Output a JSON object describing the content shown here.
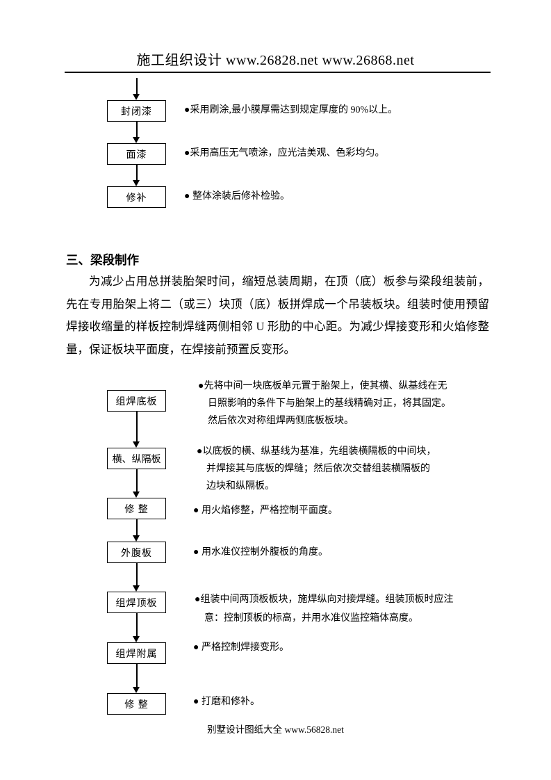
{
  "colors": {
    "ink": "#000000",
    "paper": "#ffffff"
  },
  "header": {
    "title": "施工组织设计 www.26828.net www.26868.net"
  },
  "flowchart1": {
    "steps": [
      {
        "box": "封闭漆",
        "note": "●采用刷涂,最小膜厚需达到规定厚度的 90%以上。"
      },
      {
        "box": "面漆",
        "note": "●采用高压无气喷涂，应光洁美观、色彩均匀。"
      },
      {
        "box": "修补",
        "note": "● 整体涂装后修补检验。"
      }
    ]
  },
  "section": {
    "title": "三、梁段制作",
    "paragraph": "为减少占用总拼装胎架时间，缩短总装周期，在顶（底）板参与梁段组装前，先在专用胎架上将二（或三）块顶（底）板拼焊成一个吊装板块。组装时使用预留焊接收缩量的样板控制焊缝两侧相邻 U 形肋的中心距。为减少焊接变形和火焰修整量，保证板块平面度，在焊接前预置反变形。"
  },
  "flowchart2": {
    "steps": [
      {
        "box": "组焊底板",
        "note": "●先将中间一块底板单元置于胎架上，使其横、纵基线在无\n日照影响的条件下与胎架上的基线精确对正，将其固定。\n然后依次对称组焊两侧底板板块。"
      },
      {
        "box": "横、纵隔板",
        "note": "●以底板的横、纵基线为基准，先组装横隔板的中间块，\n并焊接其与底板的焊缝；然后依次交替组装横隔板的\n边块和纵隔板。"
      },
      {
        "box": "修 整",
        "note": "● 用火焰修整，严格控制平面度。"
      },
      {
        "box": "外腹板",
        "note": "● 用水准仪控制外腹板的角度。"
      },
      {
        "box": "组焊顶板",
        "note": "●组装中间两顶板板块，施焊纵向对接焊缝。组装顶板时应注\n意：控制顶板的标高，并用水准仪监控箱体高度。"
      },
      {
        "box": "组焊附属",
        "note": "● 严格控制焊接变形。"
      },
      {
        "box": "修 整",
        "note": "● 打磨和修补。"
      }
    ]
  },
  "footer": {
    "text": "别墅设计图纸大全  www.56828.net"
  }
}
